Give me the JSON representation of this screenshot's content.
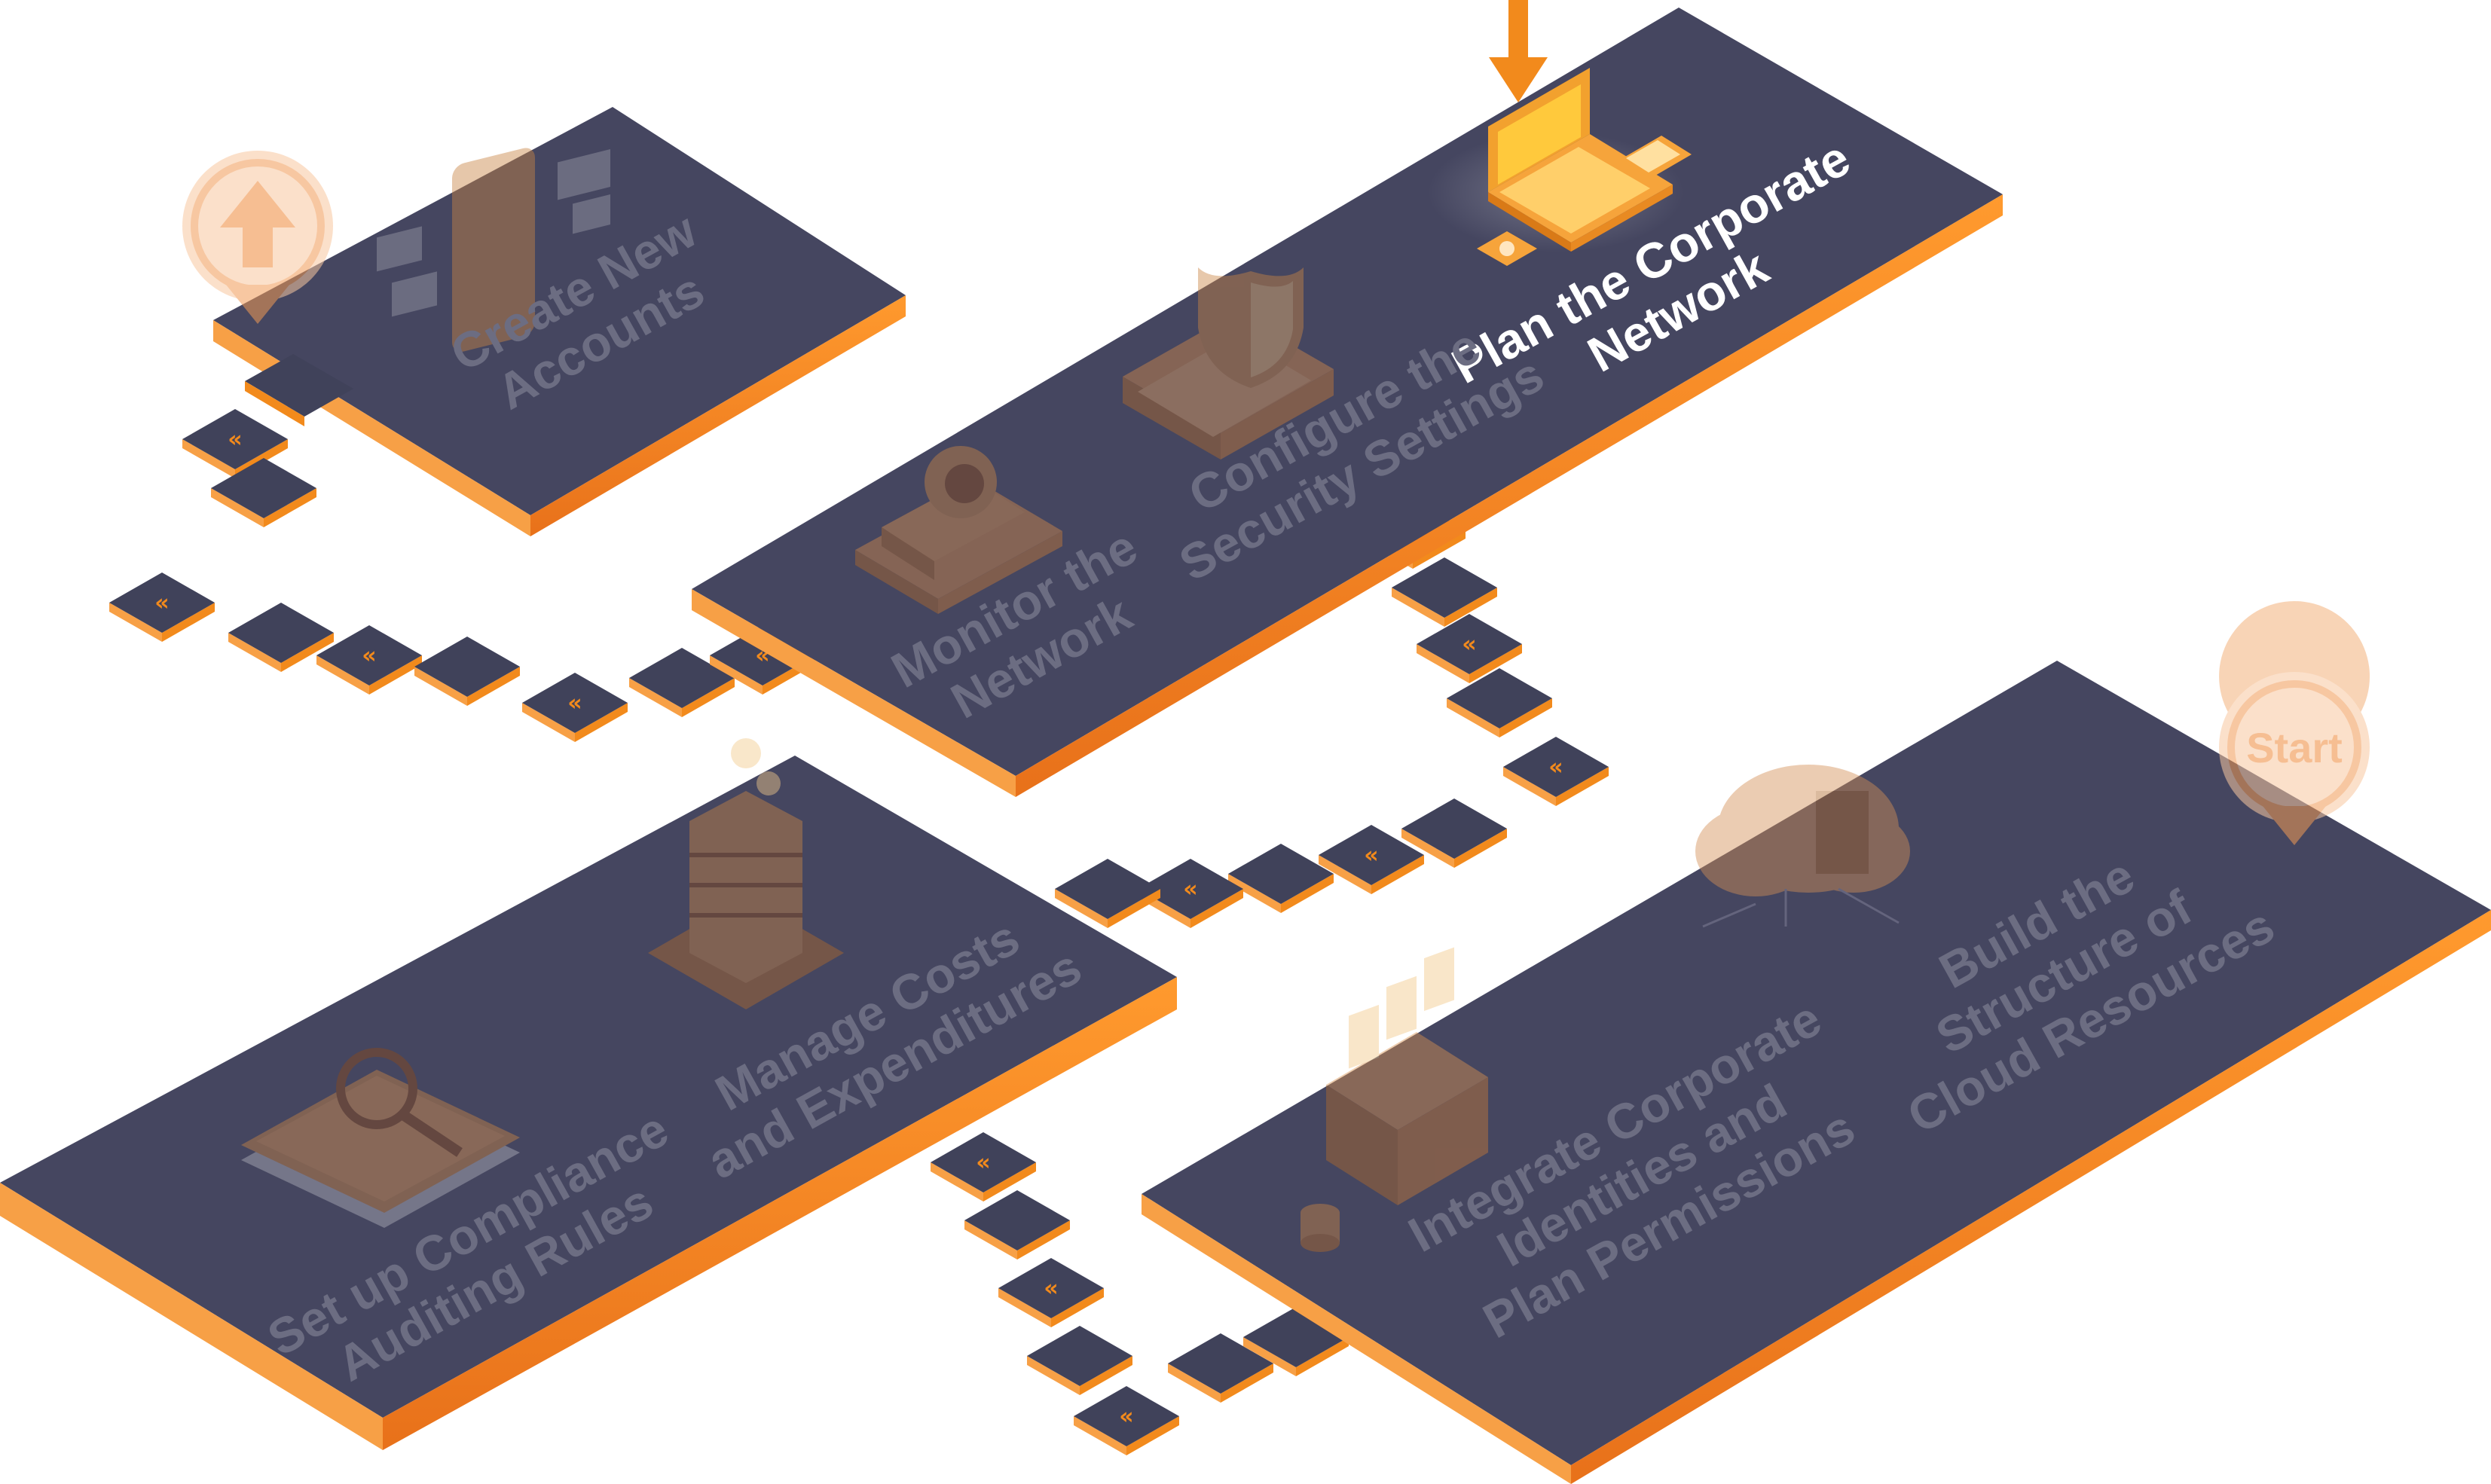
{
  "colors": {
    "platform_top": "#454660",
    "platform_side": "#f08a1e",
    "platform_side_dark": "#f6a84a",
    "tile_top": "#40425a",
    "accent": "#f28a1c",
    "label_active": "#ffffff",
    "label_inactive": "#6c6d82",
    "ghost": "#e9a36b"
  },
  "start_badge": {
    "label": "Start"
  },
  "end_badge": {
    "icon": "arrow-up-icon"
  },
  "steps": [
    {
      "id": "plan-corporate-network",
      "lines": [
        "Plan the Corporate",
        "Network"
      ],
      "state": "active",
      "icon": "laptop-icon"
    },
    {
      "id": "configure-security-settings",
      "lines": [
        "Configure the",
        "Security Settings"
      ],
      "state": "inactive",
      "icon": "shield-icon"
    },
    {
      "id": "monitor-network",
      "lines": [
        "Monitor the",
        "Network"
      ],
      "state": "inactive",
      "icon": "camera-icon"
    },
    {
      "id": "create-new-accounts",
      "lines": [
        "Create New",
        "Accounts"
      ],
      "state": "inactive",
      "icon": "mobile-account-icon"
    },
    {
      "id": "manage-costs",
      "lines": [
        "Manage Costs",
        "and Expenditures"
      ],
      "state": "inactive",
      "icon": "coin-stack-icon"
    },
    {
      "id": "compliance-auditing",
      "lines": [
        "Set up Compliance",
        "Auditing Rules"
      ],
      "state": "inactive",
      "icon": "audit-document-icon"
    },
    {
      "id": "build-structure",
      "lines": [
        "Build the",
        "Structure of",
        "Cloud Resources"
      ],
      "state": "inactive",
      "icon": "cloud-icon"
    },
    {
      "id": "integrate-identities",
      "lines": [
        "Integrate Corporate",
        "Identities and",
        "Plan Permissions"
      ],
      "state": "inactive",
      "icon": "identity-box-icon"
    }
  ]
}
